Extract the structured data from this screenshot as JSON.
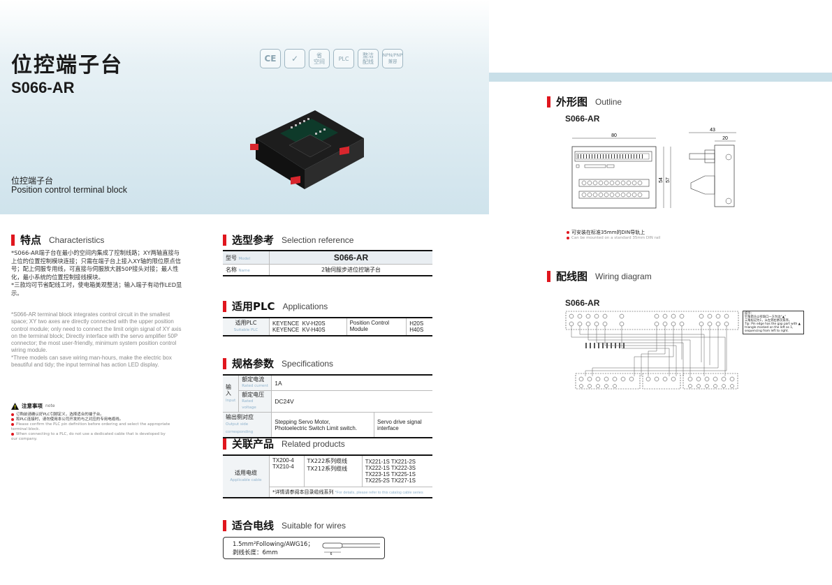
{
  "header": {
    "title_cn": "位控端子台",
    "model": "S066-AR",
    "subtitle_cn": "位控端子台",
    "subtitle_en": "Position control terminal block",
    "badges": [
      "CE",
      "✓",
      "省\n空间",
      "PLC",
      "整洁\n配线",
      "NPN/PNP\n兼容"
    ]
  },
  "characteristics": {
    "title_cn": "特点",
    "title_en": "Characteristics",
    "text_cn": "*S066-AR端子台在最小的空间内集成了控制线路；XY两轴直接与上位的位置控制模块连接；只需在端子台上接入XY轴的限位原点信号；配上伺服专用线，可直接与伺服放大器50P接头对接；最人性化，最小系统的位置控制接线模块。\n*三款均可节省配线工时，使电箱美观整洁；输入端子有动作LED显示。",
    "text_en": "*S066-AR terminal block integrates control circuit in the smallest space; XY two axes are directly connected with the upper position control module; only need to connect the limit origin signal of XY axis on the terminal block; Directly interface with the servo amplifier 50P connector; the most user-friendly, minimum system position control wiring module.\n*Three models can save wiring man-hours, make the electric box beautiful and tidy; the input terminal has action LED display."
  },
  "note": {
    "title_cn": "注意事项",
    "title_en": "note",
    "items": [
      {
        "cn": "订购前请确认好PLC引脚定义，选择适合的端子台。",
        "en": ""
      },
      {
        "cn": "和PLC连接时，请勿使用本公司开发的与之对应的专用电缆线。",
        "en": ""
      },
      {
        "cn": "",
        "en": "Please confirm the PLC pin definition before ordering and select the appropriate terminal block."
      },
      {
        "cn": "",
        "en": "When connecting to a PLC, do not use a dedicated cable that is developed by our company."
      }
    ]
  },
  "selection": {
    "title_cn": "选型参考",
    "title_en": "Selection reference",
    "model_label_cn": "型号",
    "model_label_en": "Model",
    "model_value": "S066-AR",
    "name_label_cn": "名称",
    "name_label_en": "Name",
    "name_value": "2轴伺服步进位控端子台"
  },
  "plc": {
    "title_cn": "适用PLC",
    "title_en": "Applications",
    "label_cn": "适用PLC",
    "label_en": "Suitable PLC",
    "models": "KEYENCE  KV-H20S\nKEYENCE  KV-H40S",
    "module": "Position Control\nModule",
    "codes": "H20S\nH40S"
  },
  "specs": {
    "title_cn": "规格参数",
    "title_en": "Specifications",
    "input_cn": "输入",
    "input_en": "Input",
    "rated_current_cn": "额定电流",
    "rated_current_en": "Rated current",
    "rated_current": "1A",
    "rated_voltage_cn": "额定电压",
    "rated_voltage_en": "Rated voltage",
    "rated_voltage": "DC24V",
    "output_cn": "输出侧对应",
    "output_en": "Output side corresponding",
    "output_value": "Stepping Servo Motor,\nPhotoelectric Switch Limit switch.",
    "output_extra": "Servo drive signal\ninterface"
  },
  "related": {
    "title_cn": "关联产品",
    "title_en": "Related products",
    "label_cn": "适用电缆",
    "label_en": "Applicable cable",
    "col1": "TX200-4\nTX210-4",
    "col2": "TX222系列缆线\nTX212系列缆线",
    "col3": "TX221-1S TX221-2S\nTX222-1S TX222-3S\nTX223-1S TX225-1S\nTX225-2S TX227-1S",
    "footnote_cn": "*详情请参阅本目录缆线系列",
    "footnote_en": "*For details, please refer to this catalog cable series"
  },
  "wires": {
    "title_cn": "适合电线",
    "title_en": "Suitable for wires",
    "line1": "1.5mm²Following/AWG16；",
    "line2": "剥线长度：6mm",
    "dim": "6"
  },
  "outline": {
    "title_cn": "外形图",
    "title_en": "Outline",
    "model": "S066-AR",
    "dim_width": "80",
    "dim_h1": "54",
    "dim_h2": "57",
    "dim_side1": "43",
    "dim_side2": "20",
    "din_cn": "可安装在标准35mm的DIN导轨上",
    "din_en": "Can be mounted on a standard 35mm DIN rail"
  },
  "wiring": {
    "title_cn": "配线图",
    "title_en": "Wiring diagram",
    "model": "S066-AR",
    "hint_cn": "提示：\n针角箭头以有缺口一方为边“▲”\n三角标记为1，从左到右依次排序。",
    "hint_en": "Tip: Pin edge has the gap part with ▲ triangle marked on the left as 1, sequencing from left to right."
  }
}
